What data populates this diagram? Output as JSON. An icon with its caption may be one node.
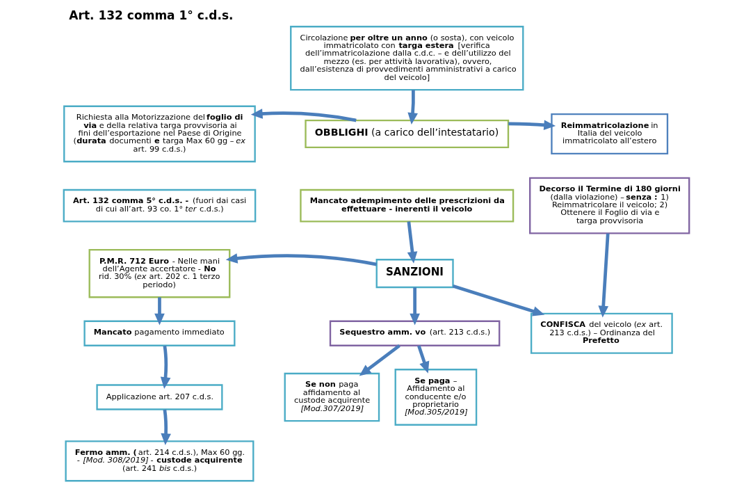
{
  "diagram": {
    "title": "Art. 132 comma 1° c.d.s.",
    "nodes": [
      {
        "text": [
          "Circolazione **per oltre un anno** (o sosta), con veicolo immatricolato con **targa estera** [verifica dell’immatricolazione dalla c.d.c. – e dell’utilizzo del mezzo (es. per attività lavorativa), ovvero, dall’esistenza di provvedimenti amministrativi a carico del veicolo]"
        ]
      },
      {
        "text": [
          "Richiesta alla Motorizzazione del **foglio di via** e della relativa targa provvisoria ai fini dell’esportazione nel Paese di Origine (**durata** documenti **e** targa Max 60 gg – *ex* art. 99 c.d.s.)"
        ]
      },
      {
        "text": [
          "**OBBLIGHI** (a carico dell’intestatario)"
        ]
      },
      {
        "text": [
          "**Reimmatricolazione** in Italia del veicolo immatricolato all’estero"
        ]
      },
      {
        "text": [
          "**Art. 132 comma 5° c.d.s. -** (fuori dai casi di cui all’art. 93 co. 1° *ter* c.d.s.)"
        ]
      },
      {
        "text": [
          "Mancato adempimento delle prescrizioni da effettuare - inerenti il veicolo"
        ]
      },
      {
        "text": [
          "**Decorso il Termine di 180 giorni** (dalla violazione) – **senza :** 1) Reimmatricolare il veicolo; 2) Ottenere il Foglio di via e targa provvisoria"
        ]
      },
      {
        "text": [
          "**P.M.R. 712 Euro** - Nelle mani dell’Agente accertatore - **No** rid. 30% (*ex* art. 202 c. 1 terzo periodo)"
        ]
      },
      {
        "text": [
          "SANZIONI"
        ]
      },
      {
        "text": [
          "**Sequestro amm. vo** (art. 213 c.d.s.)"
        ]
      },
      {
        "text": [
          "**CONFISCA** del veicolo (*ex* art. 213 c.d.s.) – Ordinanza del **Prefetto**"
        ]
      },
      {
        "text": [
          "**Mancato** pagamento immediato"
        ]
      },
      {
        "text": [
          "Applicazione art. 207 c.d.s."
        ]
      },
      {
        "text": [
          "**Se paga** – Affidamento al conducente e/o proprietario *[Mod.305/2019]*"
        ]
      },
      {
        "text": [
          "**Se non** paga affidamento al custode acquirente *[Mod.307/2019]*"
        ]
      },
      {
        "text": [
          "**Fermo amm. (**art. 214 c.d.s.), Max 60 gg. - *[Mod. 308/2019]* - **custode acquirente** (art. 241 *bis* c.d.s.)"
        ]
      }
    ],
    "edges": [
      {
        "from": 0,
        "to": 2,
        "arrow": "to"
      },
      {
        "from": 2,
        "to": 1,
        "arrow": "to"
      },
      {
        "from": 2,
        "to": 3,
        "arrow": "to"
      },
      {
        "from": 5,
        "to": 8,
        "arrow": "to"
      },
      {
        "from": 8,
        "to": 7,
        "arrow": "to"
      },
      {
        "from": 8,
        "to": 9,
        "arrow": "to"
      },
      {
        "from": 8,
        "to": 10,
        "arrow": "to"
      },
      {
        "from": 6,
        "to": 10,
        "arrow": "to"
      },
      {
        "from": 7,
        "to": 11,
        "arrow": "to"
      },
      {
        "from": 11,
        "to": 12,
        "arrow": "to"
      },
      {
        "from": 12,
        "to": 15,
        "arrow": "to"
      },
      {
        "from": 9,
        "to": 13,
        "arrow": "to"
      },
      {
        "from": 9,
        "to": 14,
        "arrow": "to"
      }
    ]
  }
}
